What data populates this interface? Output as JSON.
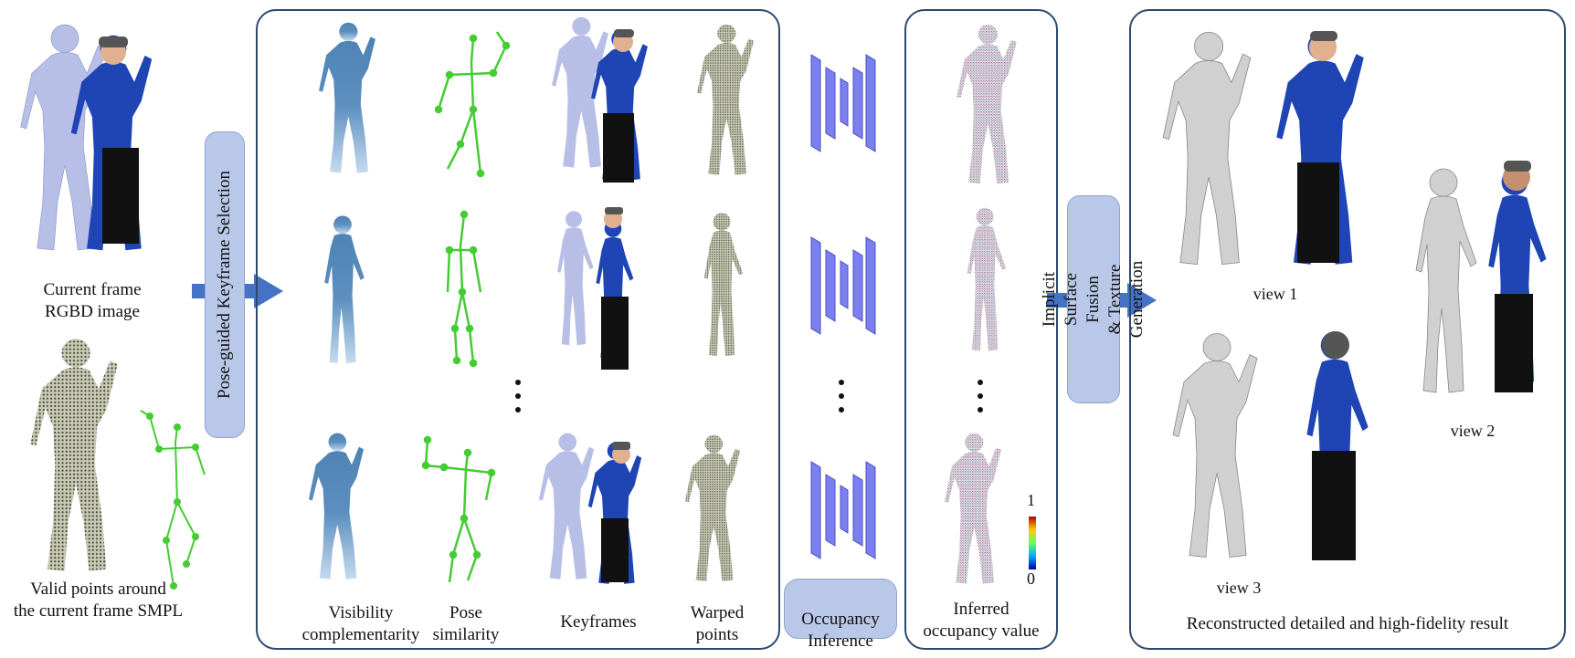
{
  "captions": {
    "current_frame": "Current frame\nRGBD image",
    "valid_points": "Valid points around\nthe current frame SMPL",
    "visibility": "Visibility\ncomplementarity",
    "pose_similarity": "Pose\nsimilarity",
    "keyframes": "Keyframes",
    "warped_points": "Warped\npoints",
    "occupancy_inference": "Occupancy\nInference",
    "inferred_occupancy": "Inferred\noccupancy value",
    "view1": "view 1",
    "view2": "view 2",
    "view3": "view 3",
    "result": "Reconstructed detailed and high-fidelity result"
  },
  "stages": {
    "keyframe_selection": "Pose-guided Keyframe Selection",
    "fusion": "Implicit Surface Fusion\n& Texture Generation"
  },
  "colorbar": {
    "max_label": "1",
    "min_label": "0"
  },
  "colors": {
    "panel_border": "#2c4a6e",
    "arrow": "#4472c4",
    "label_bg": "#b9c8e8",
    "silhouette": "#4f83b3",
    "skeleton": "#44cc33",
    "mesh": "#b8bfe6",
    "shirt": "#1f45b5",
    "network": "#7b7ff0",
    "gray_mesh": "#d0d0d0"
  }
}
